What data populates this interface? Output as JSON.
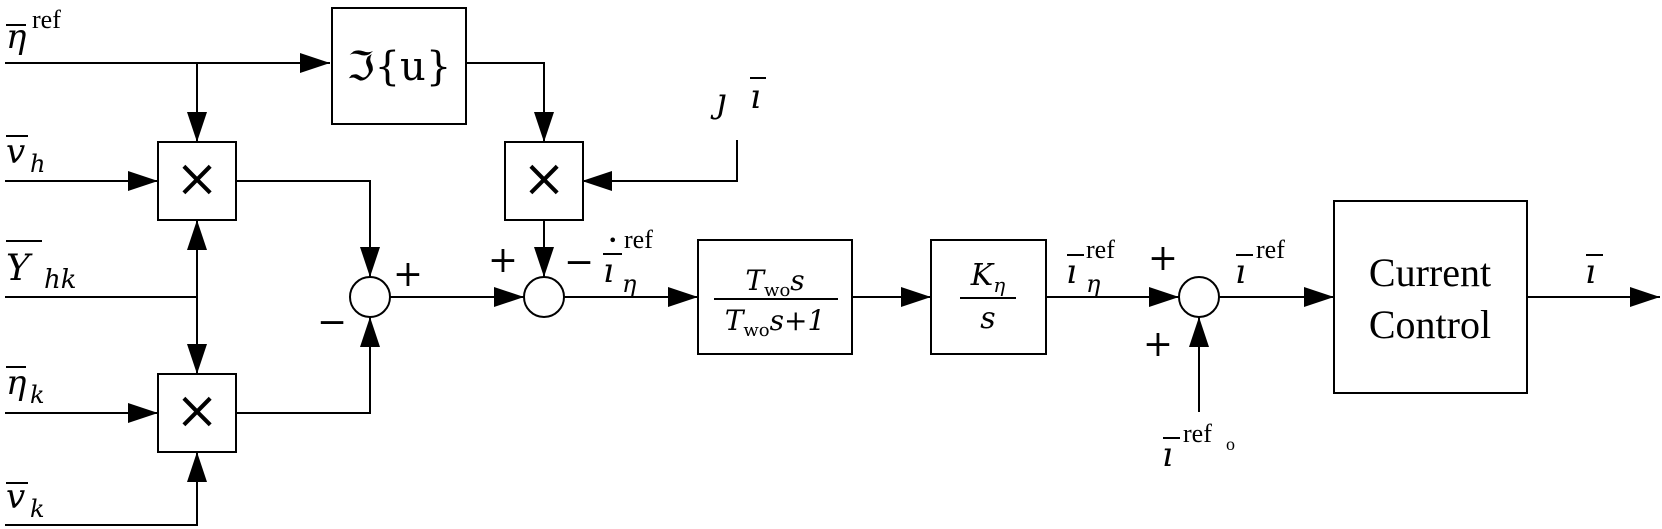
{
  "inputs": {
    "eta_ref": {
      "base": "η",
      "sup": "ref"
    },
    "v_h": {
      "base": "v",
      "sub": "h"
    },
    "Y_hk": {
      "base": "Y",
      "sub": "hk"
    },
    "eta_k": {
      "base": "η",
      "sub": "k"
    },
    "v_k": {
      "base": "v",
      "sub": "k"
    },
    "j_i": {
      "j": "ȷ",
      "i": "ı"
    },
    "i_ref_o": {
      "base": "ı",
      "sup": "ref",
      "supsub": "o"
    }
  },
  "blocks": {
    "imag": {
      "label": "ℑ{u}"
    },
    "washout": {
      "num_T": "T",
      "num_sub": "wo",
      "num_s": "s",
      "den_T": "T",
      "den_sub": "wo",
      "den_s": "s+1"
    },
    "integrator": {
      "num_K": "K",
      "num_sub": "η",
      "den": "s"
    },
    "current_control": {
      "line1": "Current",
      "line2": "Control"
    }
  },
  "signals": {
    "idot_ref": {
      "base": "ı",
      "dot": "•",
      "sup": "ref",
      "sub": "η"
    },
    "i_eta_ref": {
      "base": "ı",
      "sup": "ref",
      "sub": "η"
    },
    "i_ref": {
      "base": "ı",
      "sup": "ref"
    },
    "i_out": {
      "base": "ı"
    }
  },
  "signs": {
    "plus": "+",
    "minus": "−"
  },
  "multiply_symbol": "×"
}
